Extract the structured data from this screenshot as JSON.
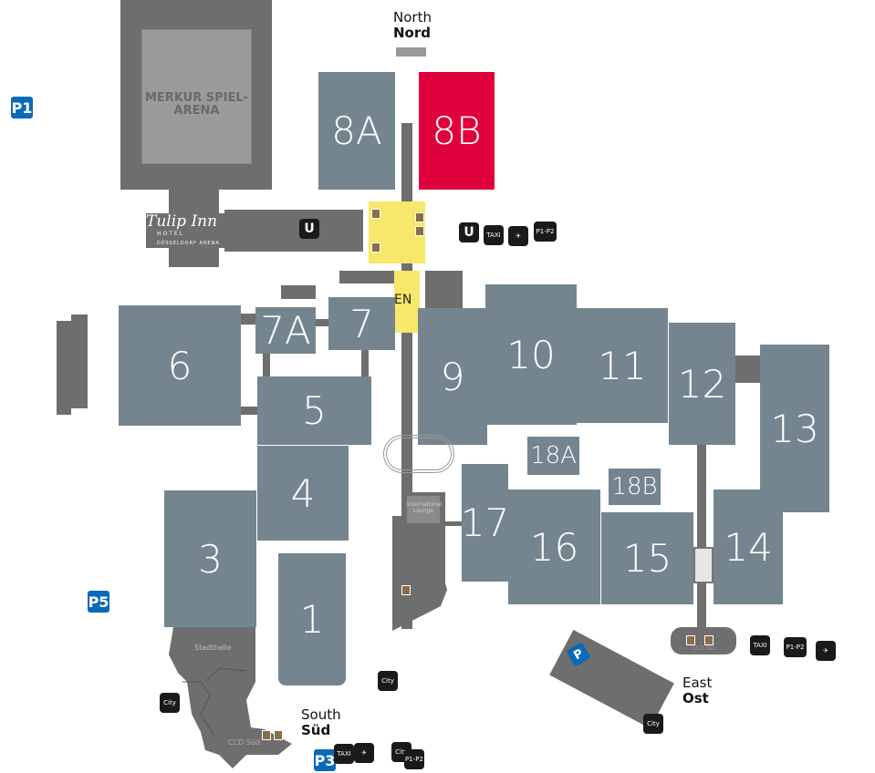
{
  "directions": {
    "north": {
      "en": "North",
      "de": "Nord"
    },
    "south": {
      "en": "South",
      "de": "Süd"
    },
    "east": {
      "en": "East",
      "de": "Ost"
    }
  },
  "landmarks": {
    "arena": "MERKUR SPIEL-ARENA",
    "hotel": {
      "name": "Tulip Inn",
      "sub1": "HOTEL",
      "sub2": "DÜSSELDORF ARENA"
    },
    "entrance": "EN",
    "lounge": "International Lounge",
    "stadthalle": "Stadthalle",
    "ccd_sued": "CCD Süd",
    "ccd_ost": "CCD Ost"
  },
  "halls": {
    "h8a": "8A",
    "h8b": "8B",
    "h7a": "7A",
    "h7": "7",
    "h6": "6",
    "h5": "5",
    "h4": "4",
    "h3": "3",
    "h1": "1",
    "h9": "9",
    "h10": "10",
    "h11": "11",
    "h12": "12",
    "h13": "13",
    "h14": "14",
    "h15": "15",
    "h16": "16",
    "h17": "17",
    "h18a": "18A",
    "h18b": "18B"
  },
  "highlighted_hall": "8B",
  "colors": {
    "hall": "#74858f",
    "highlight": "#e0003c",
    "building": "#6e6e6e",
    "entrance": "#f7e76a",
    "parking": "#0a6ab8"
  },
  "parking": {
    "p1": "P1",
    "p3": "P3",
    "p5": "P5",
    "p4": "P"
  },
  "transport": {
    "taxi": "TAXI",
    "city": "City",
    "shuttle": "P1-P2",
    "ubahn": "U"
  }
}
